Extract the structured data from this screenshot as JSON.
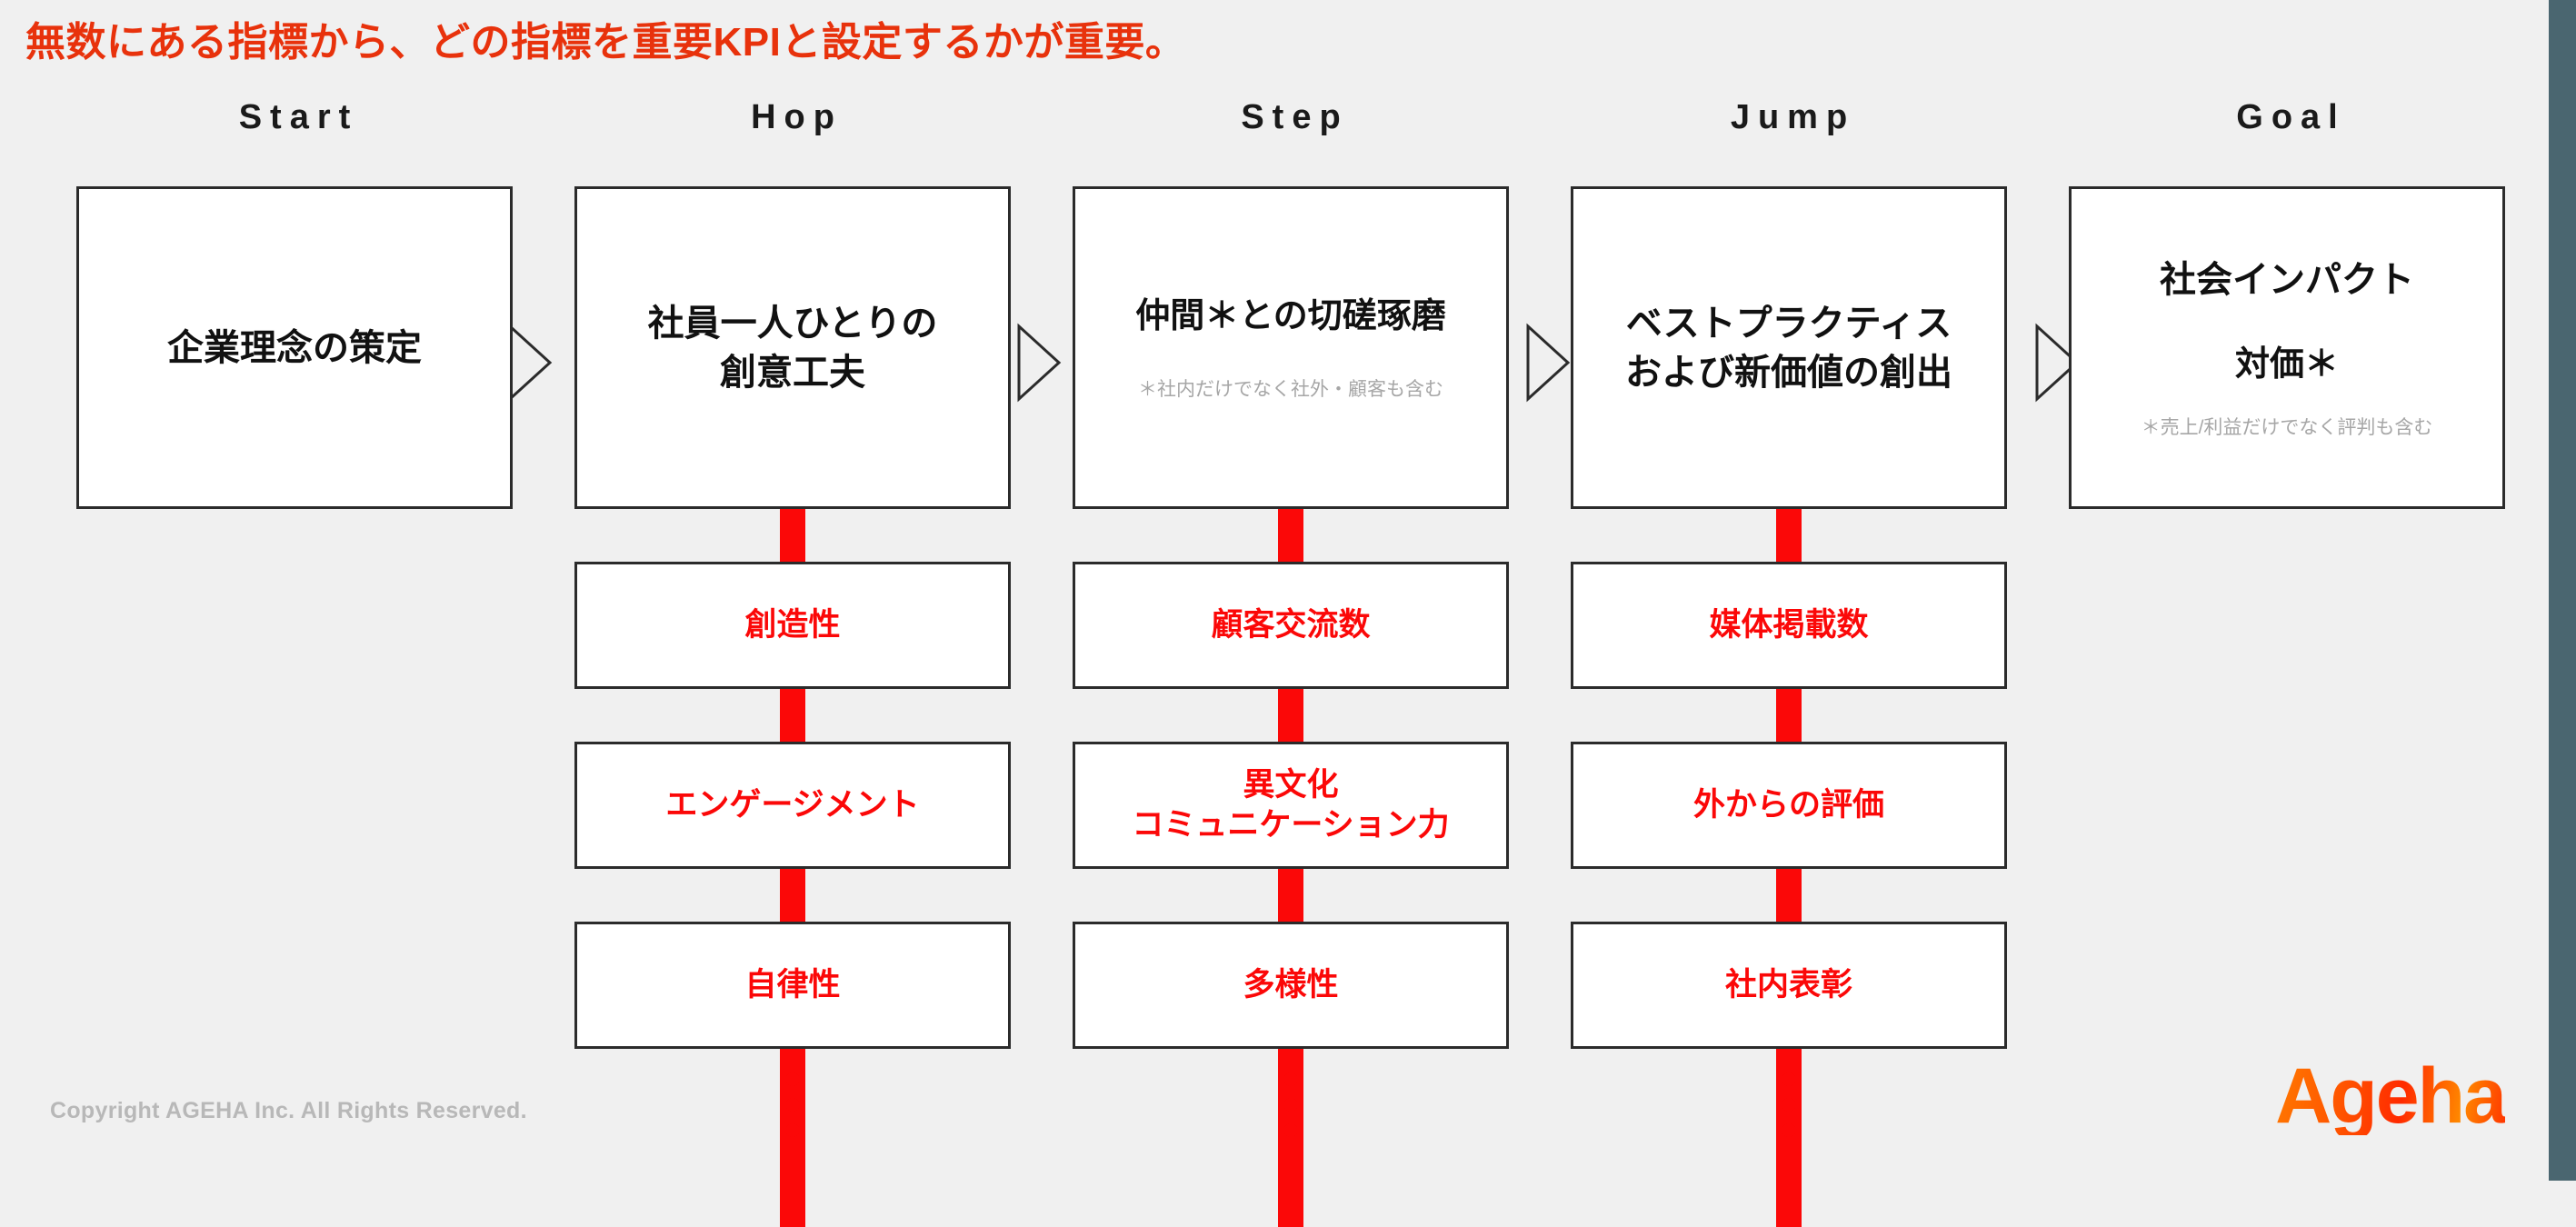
{
  "headline": "無数にある指標から、どの指標を重要KPIと設定するかが重要。",
  "accent_red": "#fb0808",
  "headline_red": "#e8320c",
  "edge_bar_color": "#4a6670",
  "background": "#f0f0f0",
  "stages": [
    {
      "header": "Start"
    },
    {
      "header": "Hop"
    },
    {
      "header": "Step"
    },
    {
      "header": "Jump"
    },
    {
      "header": "Goal"
    }
  ],
  "top_boxes": [
    {
      "title": "企業理念の策定",
      "sub": "",
      "note": ""
    },
    {
      "title": "社員一人ひとりの\n創意工夫",
      "sub": "",
      "note": ""
    },
    {
      "title": "仲間＊との切磋琢磨",
      "sub": "",
      "note": "＊社内だけでなく社外・顧客も含む"
    },
    {
      "title": "ベストプラクティス\nおよび新価値の創出",
      "sub": "",
      "note": ""
    },
    {
      "title": "社会インパクト",
      "sub": "対価＊",
      "note": "＊売上/利益だけでなく評判も含む"
    }
  ],
  "kpi_columns": [
    {
      "stage": "Hop",
      "items": [
        "創造性",
        "エンゲージメント",
        "自律性"
      ]
    },
    {
      "stage": "Step",
      "items": [
        "顧客交流数",
        "異文化\nコミュニケーション力",
        "多様性"
      ]
    },
    {
      "stage": "Jump",
      "items": [
        "媒体掲載数",
        "外からの評価",
        "社内表彰"
      ]
    }
  ],
  "separators": [
    {
      "icon": "triangle-right-icon"
    },
    {
      "icon": "triangle-right-icon"
    },
    {
      "icon": "triangle-right-icon"
    },
    {
      "icon": "triangle-right-icon"
    }
  ],
  "footer": {
    "copyright": "Copyright AGEHA Inc. All Rights Reserved.",
    "logo": "Ageha"
  }
}
